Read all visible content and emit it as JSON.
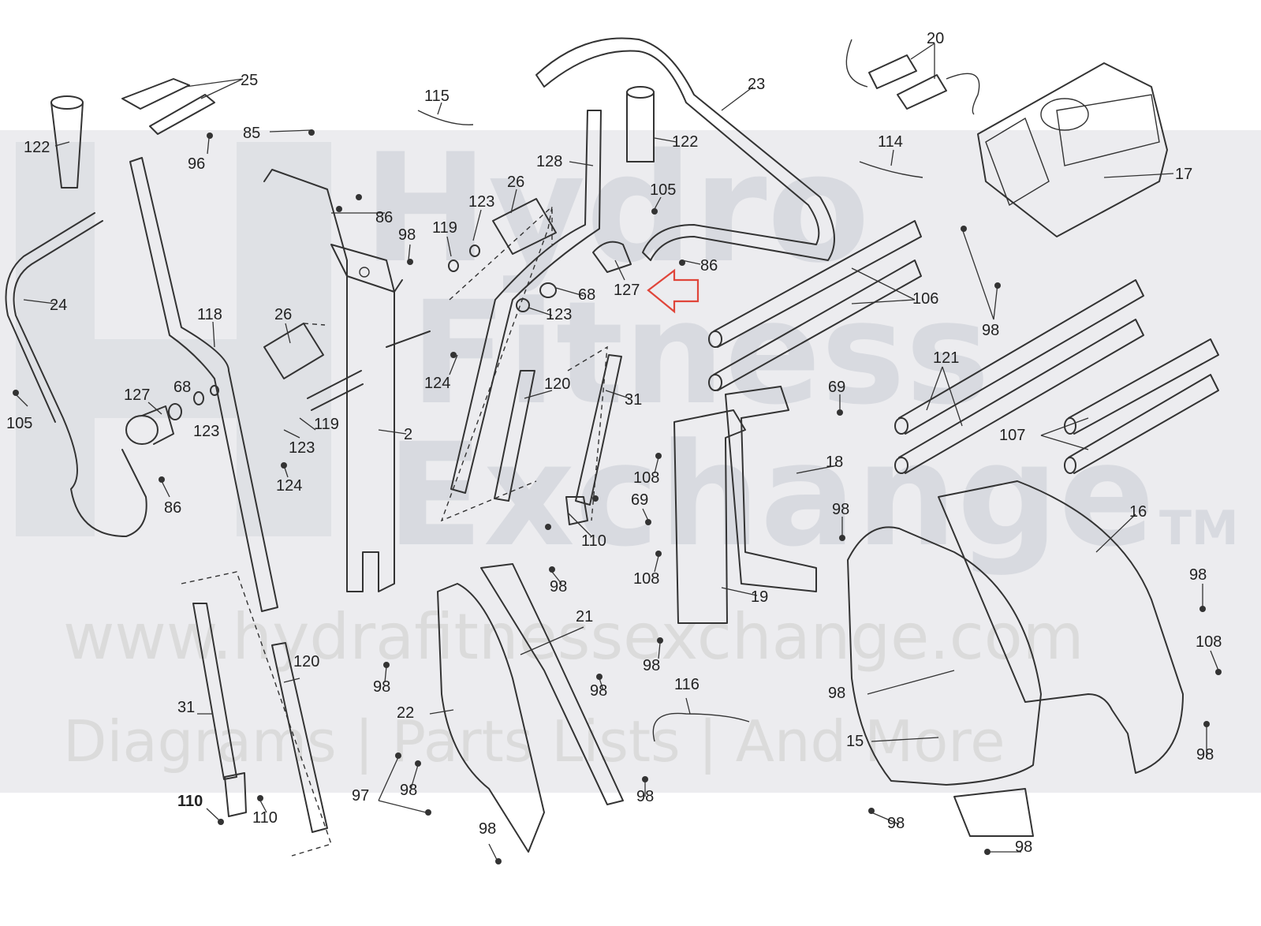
{
  "watermark": {
    "line1": "Hydro",
    "line2": "Fitness",
    "line3": "Exchange",
    "tm": "TM",
    "url": "www.hydrafitnessexchange.com",
    "tagline": "Diagrams | Parts Lists | And More"
  },
  "highlight_color": "#e0453a",
  "band_color": "#ececef",
  "callouts": [
    {
      "id": "c1",
      "text": "122"
    },
    {
      "id": "c2",
      "text": "25"
    },
    {
      "id": "c3",
      "text": "96"
    },
    {
      "id": "c4",
      "text": "85"
    },
    {
      "id": "c5",
      "text": "86"
    },
    {
      "id": "c6",
      "text": "24"
    },
    {
      "id": "c7",
      "text": "118"
    },
    {
      "id": "c8",
      "text": "26"
    },
    {
      "id": "c9",
      "text": "127"
    },
    {
      "id": "c10",
      "text": "68"
    },
    {
      "id": "c11",
      "text": "123"
    },
    {
      "id": "c12",
      "text": "105"
    },
    {
      "id": "c13",
      "text": "86"
    },
    {
      "id": "c14",
      "text": "98"
    },
    {
      "id": "c15",
      "text": "119"
    },
    {
      "id": "c16",
      "text": "123"
    },
    {
      "id": "c17",
      "text": "26"
    },
    {
      "id": "c18",
      "text": "115"
    },
    {
      "id": "c19",
      "text": "123"
    },
    {
      "id": "c20",
      "text": "119"
    },
    {
      "id": "c21",
      "text": "124"
    },
    {
      "id": "c22",
      "text": "2"
    },
    {
      "id": "c23",
      "text": "128"
    },
    {
      "id": "c24",
      "text": "122"
    },
    {
      "id": "c25",
      "text": "23"
    },
    {
      "id": "c26",
      "text": "105"
    },
    {
      "id": "c27",
      "text": "86"
    },
    {
      "id": "c28",
      "text": "127"
    },
    {
      "id": "c29",
      "text": "68"
    },
    {
      "id": "c30",
      "text": "123"
    },
    {
      "id": "c31",
      "text": "124"
    },
    {
      "id": "c32",
      "text": "120"
    },
    {
      "id": "c33",
      "text": "31"
    },
    {
      "id": "c34",
      "text": "110"
    },
    {
      "id": "c35",
      "text": "20"
    },
    {
      "id": "c36",
      "text": "114"
    },
    {
      "id": "c37",
      "text": "17"
    },
    {
      "id": "c38",
      "text": "106"
    },
    {
      "id": "c39",
      "text": "98"
    },
    {
      "id": "c40",
      "text": "121"
    },
    {
      "id": "c41",
      "text": "107"
    },
    {
      "id": "c42",
      "text": "69"
    },
    {
      "id": "c43",
      "text": "18"
    },
    {
      "id": "c44",
      "text": "108"
    },
    {
      "id": "c45",
      "text": "69"
    },
    {
      "id": "c46",
      "text": "108"
    },
    {
      "id": "c47",
      "text": "19"
    },
    {
      "id": "c48",
      "text": "98"
    },
    {
      "id": "c49",
      "text": "98"
    },
    {
      "id": "c50",
      "text": "16"
    },
    {
      "id": "c51",
      "text": "98"
    },
    {
      "id": "c52",
      "text": "108"
    },
    {
      "id": "c53",
      "text": "98"
    },
    {
      "id": "c54",
      "text": "15"
    },
    {
      "id": "c55",
      "text": "98"
    },
    {
      "id": "c56",
      "text": "98"
    },
    {
      "id": "c57",
      "text": "98"
    },
    {
      "id": "c58",
      "text": "116"
    },
    {
      "id": "c59",
      "text": "98"
    },
    {
      "id": "c60",
      "text": "21"
    },
    {
      "id": "c61",
      "text": "98"
    },
    {
      "id": "c62",
      "text": "98"
    },
    {
      "id": "c63",
      "text": "22"
    },
    {
      "id": "c64",
      "text": "98"
    },
    {
      "id": "c65",
      "text": "97"
    },
    {
      "id": "c66",
      "text": "98"
    },
    {
      "id": "c67",
      "text": "98"
    },
    {
      "id": "c68",
      "text": "31"
    },
    {
      "id": "c69",
      "text": "120"
    },
    {
      "id": "c70",
      "text": "110"
    },
    {
      "id": "c71",
      "text": "110"
    }
  ]
}
